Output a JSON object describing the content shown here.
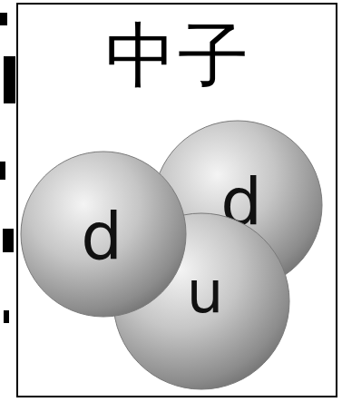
{
  "diagram": {
    "title": "中子",
    "nodes": [
      {
        "text": [
          "d"
        ]
      },
      {
        "text": [
          "d"
        ]
      },
      {
        "text": [
          "u"
        ]
      }
    ]
  }
}
